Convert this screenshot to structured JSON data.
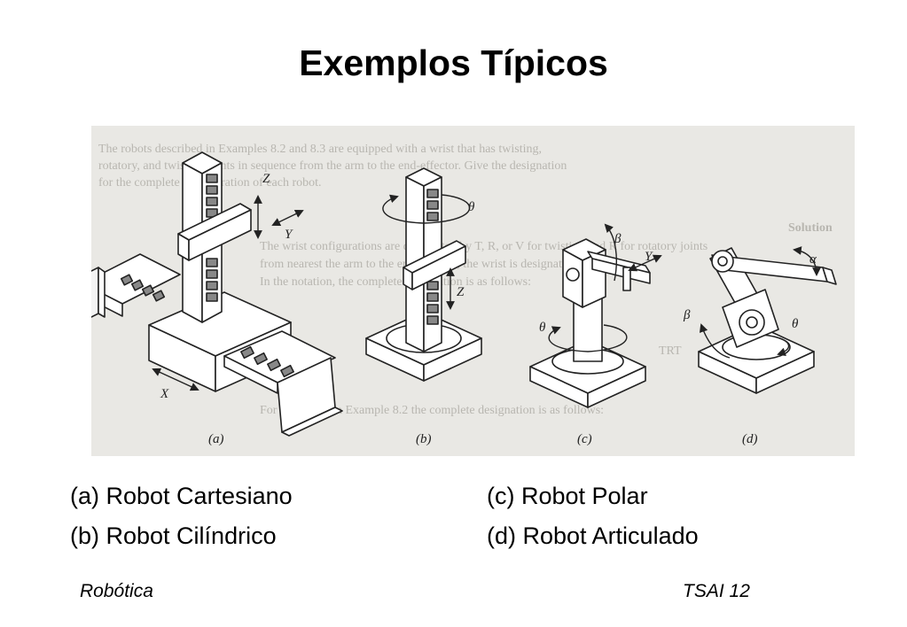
{
  "slide": {
    "title": "Exemplos Típicos"
  },
  "figure": {
    "background_text": [
      "The robots described in Examples 8.2 and 8.3 are equipped with a wrist that has twisting,",
      "rotatory, and twisting joints in sequence from the arm to the end-effector. Give the designation",
      "for the complete configuration of each robot.",
      "Solution",
      "The wrist configurations are designated by T, R, or V for twisting and R for rotatory joints",
      "from nearest the arm to the end-effector, the wrist is designated as TRT.",
      "In the notation, the complete designation is as follows:",
      "TRT",
      "For the robots in Example 8.2 the complete designation is as follows:"
    ],
    "panel_labels": [
      "(a)",
      "(b)",
      "(c)",
      "(d)"
    ],
    "axis_labels": {
      "a_z": "Z",
      "a_y": "Y",
      "a_x": "X",
      "b_theta": "θ",
      "b_z": "Z",
      "c_beta": "β",
      "c_y": "Y",
      "c_theta": "θ",
      "d_alpha": "α",
      "d_beta": "β",
      "d_theta": "θ"
    }
  },
  "captions": {
    "a": "(a) Robot Cartesiano",
    "b": "(b) Robot Cilíndrico",
    "c": "(c) Robot Polar",
    "d": "(d) Robot Articulado"
  },
  "footer": {
    "left": "Robótica",
    "right": "TSAI 12"
  }
}
